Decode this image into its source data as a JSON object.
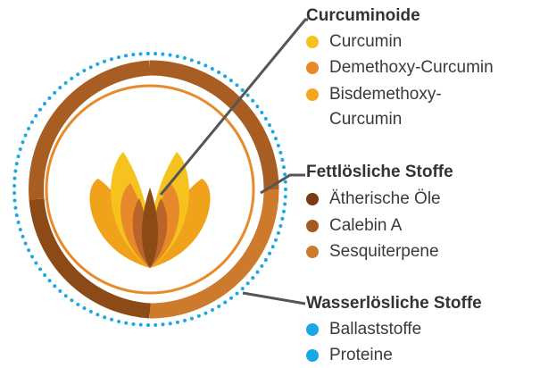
{
  "groups": [
    {
      "title": "Curcuminoide",
      "items": [
        {
          "label": "Curcumin",
          "color": "#f7c11e"
        },
        {
          "label": "Demethoxy-Curcumin",
          "color": "#e8892a"
        },
        {
          "label": "Bisdemethoxy-Curcumin",
          "color": "#f2a51d"
        }
      ]
    },
    {
      "title": "Fettlösliche Stoffe",
      "items": [
        {
          "label": "Ätherische Öle",
          "color": "#7a3a12"
        },
        {
          "label": "Calebin A",
          "color": "#a55a22"
        },
        {
          "label": "Sesquiterpene",
          "color": "#cc7a2e"
        }
      ]
    },
    {
      "title": "Wasserlösliche Stoffe",
      "items": [
        {
          "label": "Ballaststoffe",
          "color": "#1aa7e8"
        },
        {
          "label": "Proteine",
          "color": "#1aa7e8"
        }
      ]
    }
  ],
  "colors": {
    "outer_dots": "#1aa7e8",
    "ring_dark": "#8b4a16",
    "ring_mid": "#a85e22",
    "ring_light": "#cd7a2c",
    "inner_ring": "#e8892a",
    "leader": "#555555"
  }
}
